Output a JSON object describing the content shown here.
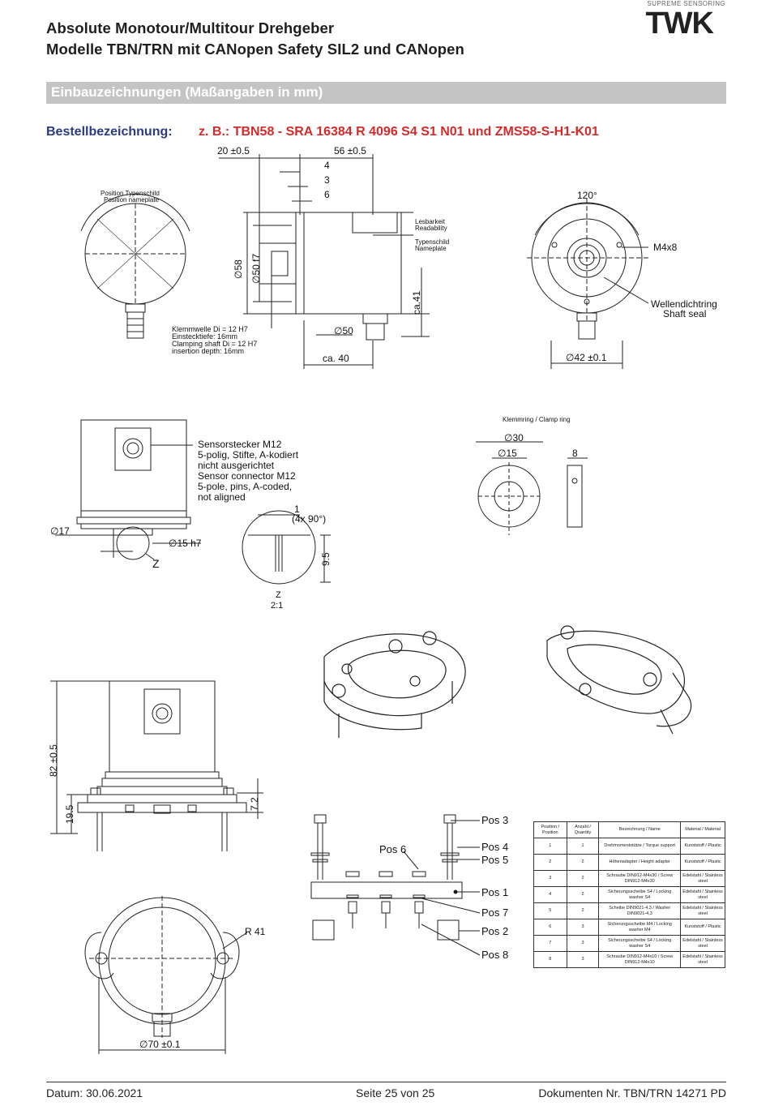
{
  "header": {
    "title_line1": "Absolute Monotour/Multitour Drehgeber",
    "title_line2": "Modelle TBN/TRN mit CANopen Safety SIL2 und CANopen",
    "brand": "TWK",
    "brand_tagline": "SUPREME SENSORING"
  },
  "section_title": "Einbauzeichnungen (Maßangaben in mm)",
  "order": {
    "label": "Bestellbezeichnung:",
    "value": "z. B.: TBN58 - SRA 16384 R 4096 S4 S1 N01 und ZMS58-S-H1-K01"
  },
  "drawing_labels": {
    "d20": "20 ±0.5",
    "d56": "56 ±0.5",
    "d4": "4",
    "d3": "3",
    "d6": "6",
    "pos_typenschild": "Position Typenschild",
    "pos_nameplate": "Position nameplate",
    "lesbarkeit": "Lesbarkeit",
    "readability": "Readability",
    "typenschild": "Typenschild",
    "nameplate": "Nameplate",
    "d58": "∅58",
    "d50f7": "∅50 f7",
    "ca41": "ca.41",
    "d50": "∅50",
    "ca40": "ca. 40",
    "klemm1": "Klemmwelle Di = 12 H7",
    "klemm2": "Einstecktiefe: 16mm",
    "klemm3": "Clamping shaft Di = 12 H7",
    "klemm4": "insertion depth: 16mm",
    "a120": "120°",
    "m4x8": "M4x8",
    "seal1": "Wellendichtring",
    "seal2": "Shaft seal",
    "d42": "∅42 ±0.1",
    "sensor1": "Sensorstecker M12",
    "sensor2": "5-polig, Stifte, A-kodiert",
    "sensor3": "nicht ausgerichtet",
    "sensor4": "Sensor connector M12",
    "sensor5": "5-pole, pins, A-coded,",
    "sensor6": "not aligned",
    "d17": "∅17",
    "d15h7": "∅15 h7",
    "z": "Z",
    "zscale": "2:1",
    "one": "1",
    "fourx90": "(4x 90°)",
    "d95": "9.5",
    "clampring": "Klemmring / Clamp ring",
    "d30": "∅30",
    "d15": "∅15",
    "d8": "8",
    "d82": "82 ±0.5",
    "d195": "19.5",
    "d72": "7.2",
    "r41": "R 41",
    "d70": "∅70 ±0.1",
    "pos3": "Pos 3",
    "pos4": "Pos 4",
    "pos5": "Pos 5",
    "pos6": "Pos 6",
    "pos1": "Pos 1",
    "pos7": "Pos 7",
    "pos2": "Pos 2",
    "pos8": "Pos 8"
  },
  "parts_table": {
    "headers": [
      "Position / Position",
      "Anzahl / Quantity",
      "Bezeichnung / Name",
      "Material / Material"
    ],
    "rows": [
      [
        "1",
        "1",
        "Drehmomentstütze / Torque support",
        "Kunststoff / Plastic"
      ],
      [
        "2",
        "2",
        "Höhenadapter / Height adapter",
        "Kunststoff / Plastic"
      ],
      [
        "3",
        "2",
        "Schraube DIN912-M4x30 / Screw DIN912-M4x30",
        "Edelstahl / Stainless steel"
      ],
      [
        "4",
        "2",
        "Sicherungsscheibe S4 / Locking washer S4",
        "Edelstahl / Stainless steel"
      ],
      [
        "5",
        "2",
        "Scheibe DIN9021-4,3 / Washer DIN9021-4,3",
        "Edelstahl / Stainless steel"
      ],
      [
        "6",
        "3",
        "Sicherungsscheibe M4 / Locking washer M4",
        "Kunststoff / Plastic"
      ],
      [
        "7",
        "3",
        "Sicherungsscheibe S4 / Locking washer S4",
        "Edelstahl / Stainless steel"
      ],
      [
        "8",
        "3",
        "Schraube DIN912-M4x10 / Screw DIN912-M4x10",
        "Edelstahl / Stainless steel"
      ]
    ]
  },
  "footer": {
    "date": "Datum: 30.06.2021",
    "page": "Seite 25 von 25",
    "docnr": "Dokumenten Nr. TBN/TRN 14271 PD"
  }
}
